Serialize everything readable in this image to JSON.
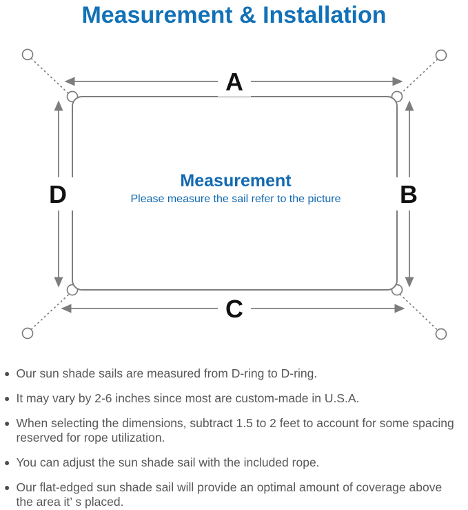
{
  "title": "Measurement & Installation",
  "colors": {
    "accent_blue": "#1271b7",
    "diagram_gray": "#7d7d7d",
    "note_text_gray": "#575757",
    "dimension_letter_black": "#111111"
  },
  "diagram": {
    "side_labels": {
      "top": "A",
      "right": "B",
      "bottom": "C",
      "left": "D"
    },
    "center": {
      "heading": "Measurement",
      "subheading": "Please measure the sail refer to the picture"
    }
  },
  "notes": {
    "bullet_glyph": "●",
    "items": [
      "Our sun shade sails are measured from D-ring to D-ring.",
      "It may vary by 2-6 inches since most are custom-made in U.S.A.",
      "When selecting the dimensions, subtract 1.5 to 2 feet to account for some spacing\nreserved for rope utilization.",
      "You can adjust the sun shade sail with the included rope.",
      "Our flat-edged sun shade sail will provide an optimal amount of coverage above\nthe area it’ s placed."
    ]
  }
}
